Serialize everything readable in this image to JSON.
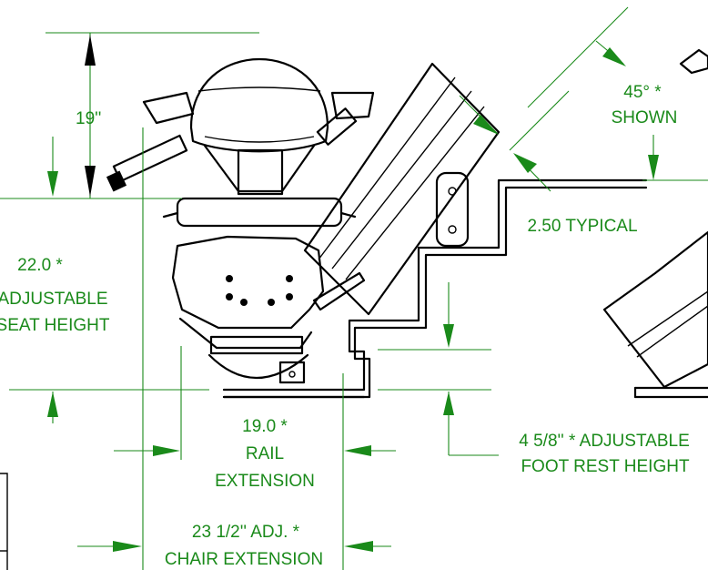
{
  "dimensions": {
    "back_height": "19''",
    "seat_height": [
      "22.0 *",
      "ADJUSTABLE",
      "SEAT HEIGHT"
    ],
    "rail_extension": [
      "19.0 *",
      "RAIL",
      "EXTENSION"
    ],
    "chair_extension": [
      "23 1/2'' ADJ. *",
      "CHAIR EXTENSION"
    ],
    "rail_angle": [
      "45° *",
      "SHOWN"
    ],
    "rail_offset": "2.50 TYPICAL",
    "foot_rest": [
      "4 5/8'' * ADJUSTABLE",
      "FOOT REST HEIGHT"
    ]
  },
  "colors": {
    "dimension": "#1a8a1a",
    "ink": "#000000",
    "background": "#ffffff"
  }
}
